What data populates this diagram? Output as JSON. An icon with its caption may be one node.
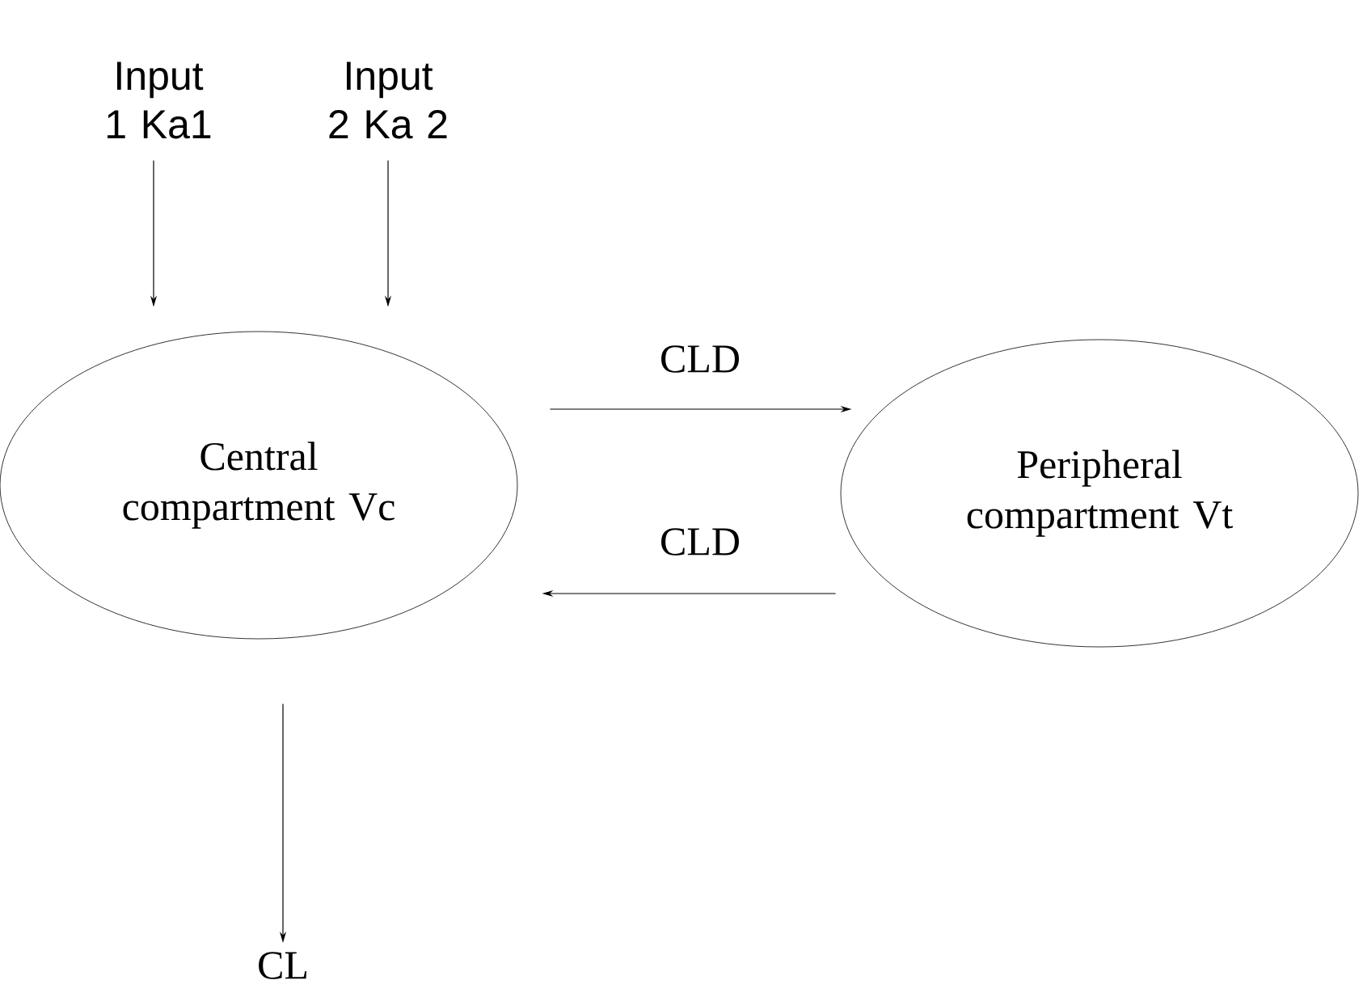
{
  "diagram": {
    "nodes": [
      {
        "text": [
          "Input 1 Ka1"
        ]
      },
      {
        "text": [
          "Input 2 Ka 2"
        ]
      },
      {
        "text": [
          "Central compartment Vc"
        ]
      },
      {
        "text": [
          "Peripheral compartment Vt"
        ]
      },
      {
        "text": [
          "CL"
        ]
      }
    ],
    "edges": [
      {
        "from": 0,
        "to": 2,
        "arrow": "to"
      },
      {
        "from": 1,
        "to": 2,
        "arrow": "to"
      },
      {
        "from": 2,
        "to": 3,
        "arrow": "to",
        "label": "CLD"
      },
      {
        "from": 3,
        "to": 2,
        "arrow": "to",
        "label": "CLD"
      },
      {
        "from": 2,
        "to": 4,
        "arrow": "to"
      }
    ]
  }
}
